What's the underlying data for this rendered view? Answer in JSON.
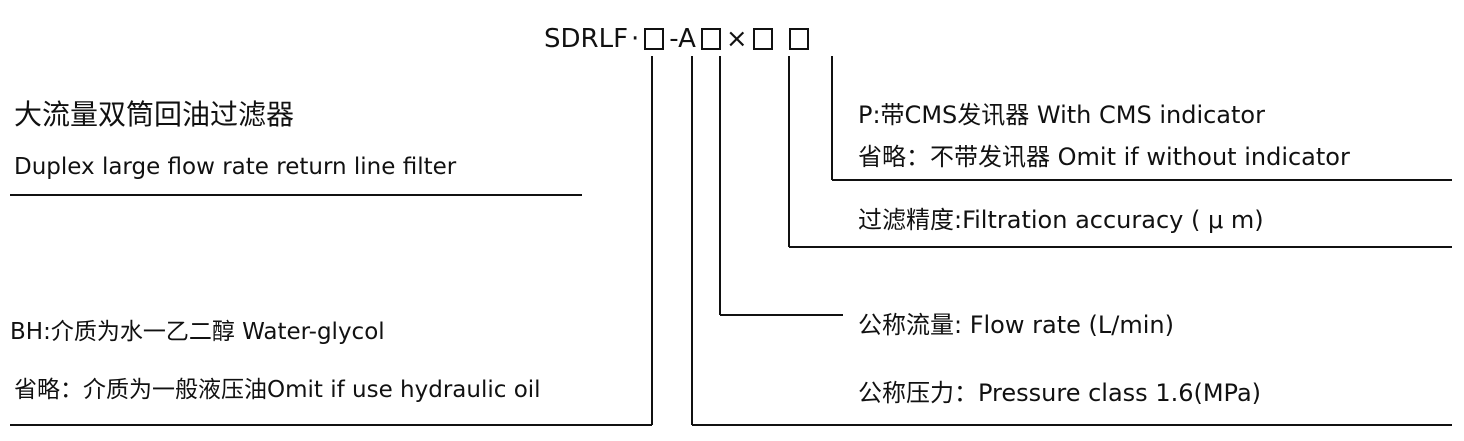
{
  "model_code": {
    "prefix": "SDRLF",
    "dash1": "·",
    "dash_a": "-A",
    "times": "×"
  },
  "title": {
    "cn": "大流量双筒回油过滤器",
    "en": "Duplex large flow rate return line filter"
  },
  "medium_options": {
    "bh": "BH:介质为水一乙二醇 Water-glycol",
    "omit": "省略：介质为一般液压油Omit  if use hydraulic oil"
  },
  "indicator_options": {
    "p": "P:带CMS发讯器 With CMS indicator",
    "omit": "省略：不带发讯器 Omit if without indicator"
  },
  "filtration": "过滤精度:Filtration accuracy ( μ m)",
  "flow_rate": "公称流量: Flow rate (L/min)",
  "pressure": "公称压力：Pressure class 1.6(MPa)",
  "colors": {
    "ink": "#111111",
    "background": "#ffffff"
  }
}
